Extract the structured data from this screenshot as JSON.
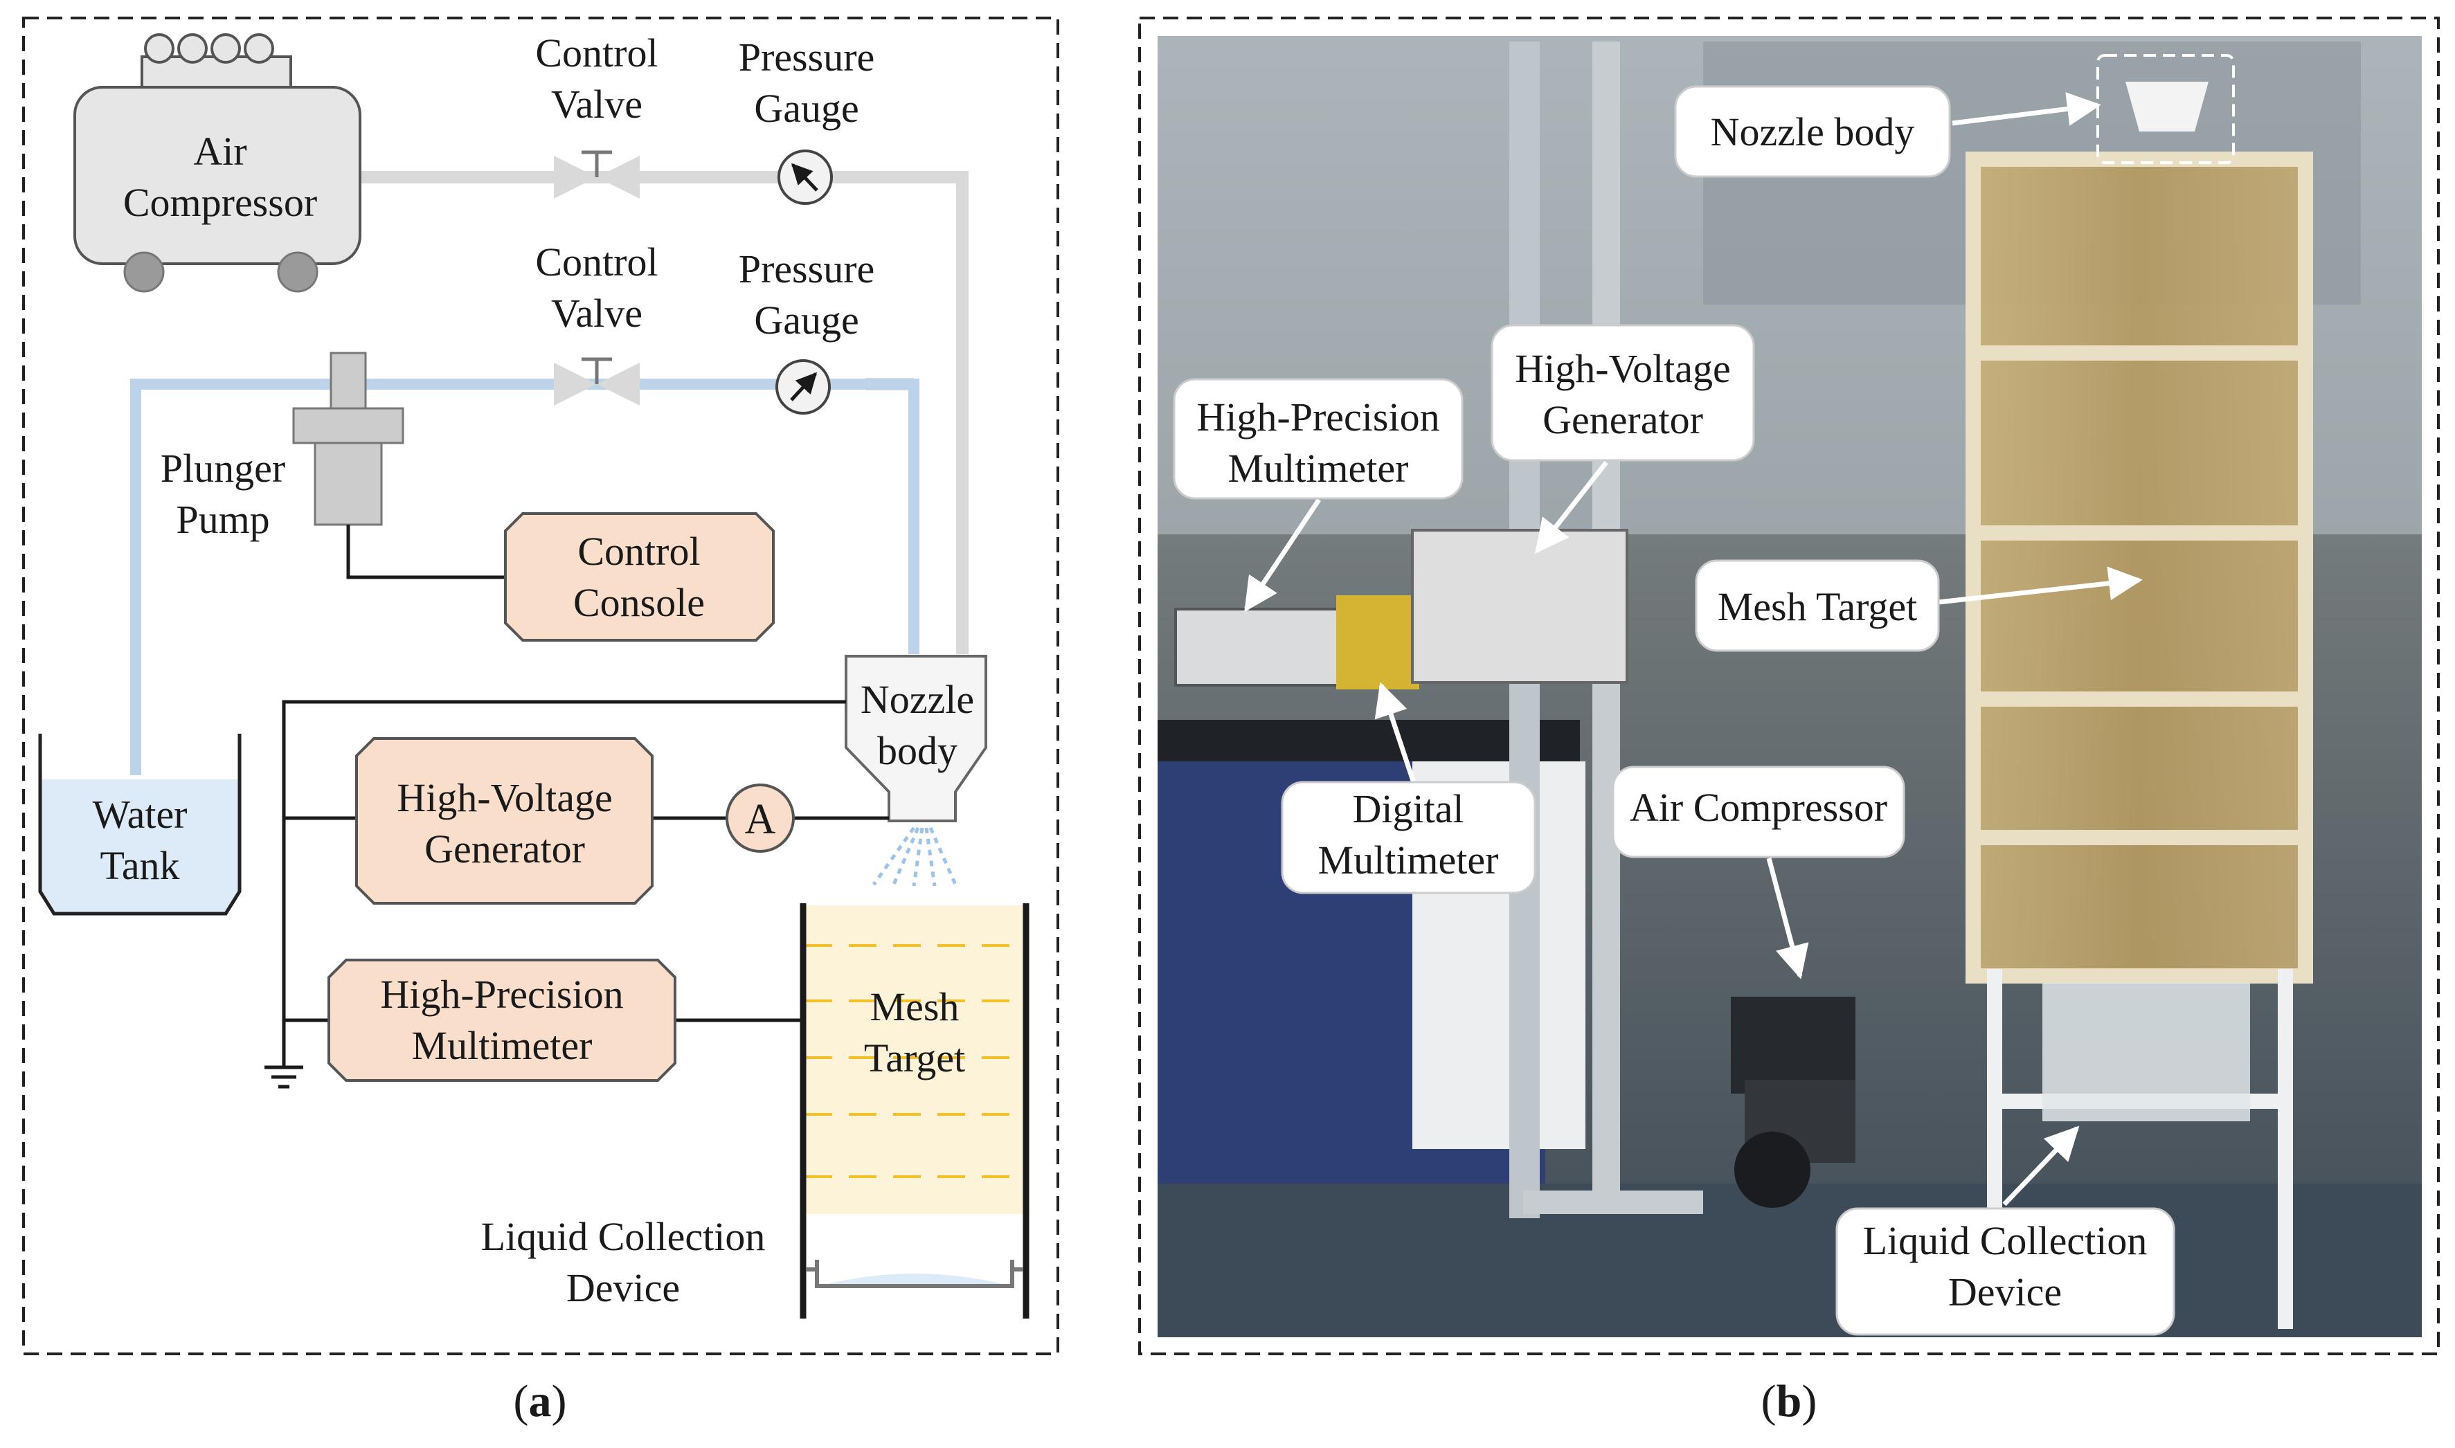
{
  "panel_a": {
    "air_compressor": [
      "Air",
      "Compressor"
    ],
    "control_valve_top": [
      "Control",
      "Valve"
    ],
    "pressure_gauge_top": [
      "Pressure",
      "Gauge"
    ],
    "control_valve_bottom": [
      "Control",
      "Valve"
    ],
    "pressure_gauge_bottom": [
      "Pressure",
      "Gauge"
    ],
    "plunger_pump": [
      "Plunger",
      "Pump"
    ],
    "control_console": [
      "Control",
      "Console"
    ],
    "nozzle_body": [
      "Nozzle",
      "body"
    ],
    "water_tank": [
      "Water",
      "Tank"
    ],
    "high_voltage_generator": [
      "High-Voltage",
      "Generator"
    ],
    "ammeter_symbol": "A",
    "high_precision_multimeter": [
      "High-Precision",
      "Multimeter"
    ],
    "mesh_target": [
      "Mesh",
      "Target"
    ],
    "liquid_collection": [
      "Liquid Collection",
      "Device"
    ],
    "caption": "a"
  },
  "panel_b": {
    "callouts": {
      "nozzle_body": "Nozzle body",
      "high_voltage_generator": [
        "High-Voltage",
        "Generator"
      ],
      "high_precision_multimeter": [
        "High-Precision",
        "Multimeter"
      ],
      "mesh_target": "Mesh Target",
      "digital_multimeter": [
        "Digital",
        "Multimeter"
      ],
      "air_compressor": "Air Compressor",
      "liquid_collection": [
        "Liquid Collection",
        "Device"
      ]
    },
    "caption": "b"
  },
  "colors": {
    "air_line": "#d9d9d9",
    "water_line": "#bcd3ea",
    "box_fill": "#f9dfcb",
    "water_fill": "#dcebf7",
    "mesh_fill": "#fdf3d9",
    "mesh_dash": "#f2c028",
    "equipment_grey": "#e6e6e6"
  }
}
